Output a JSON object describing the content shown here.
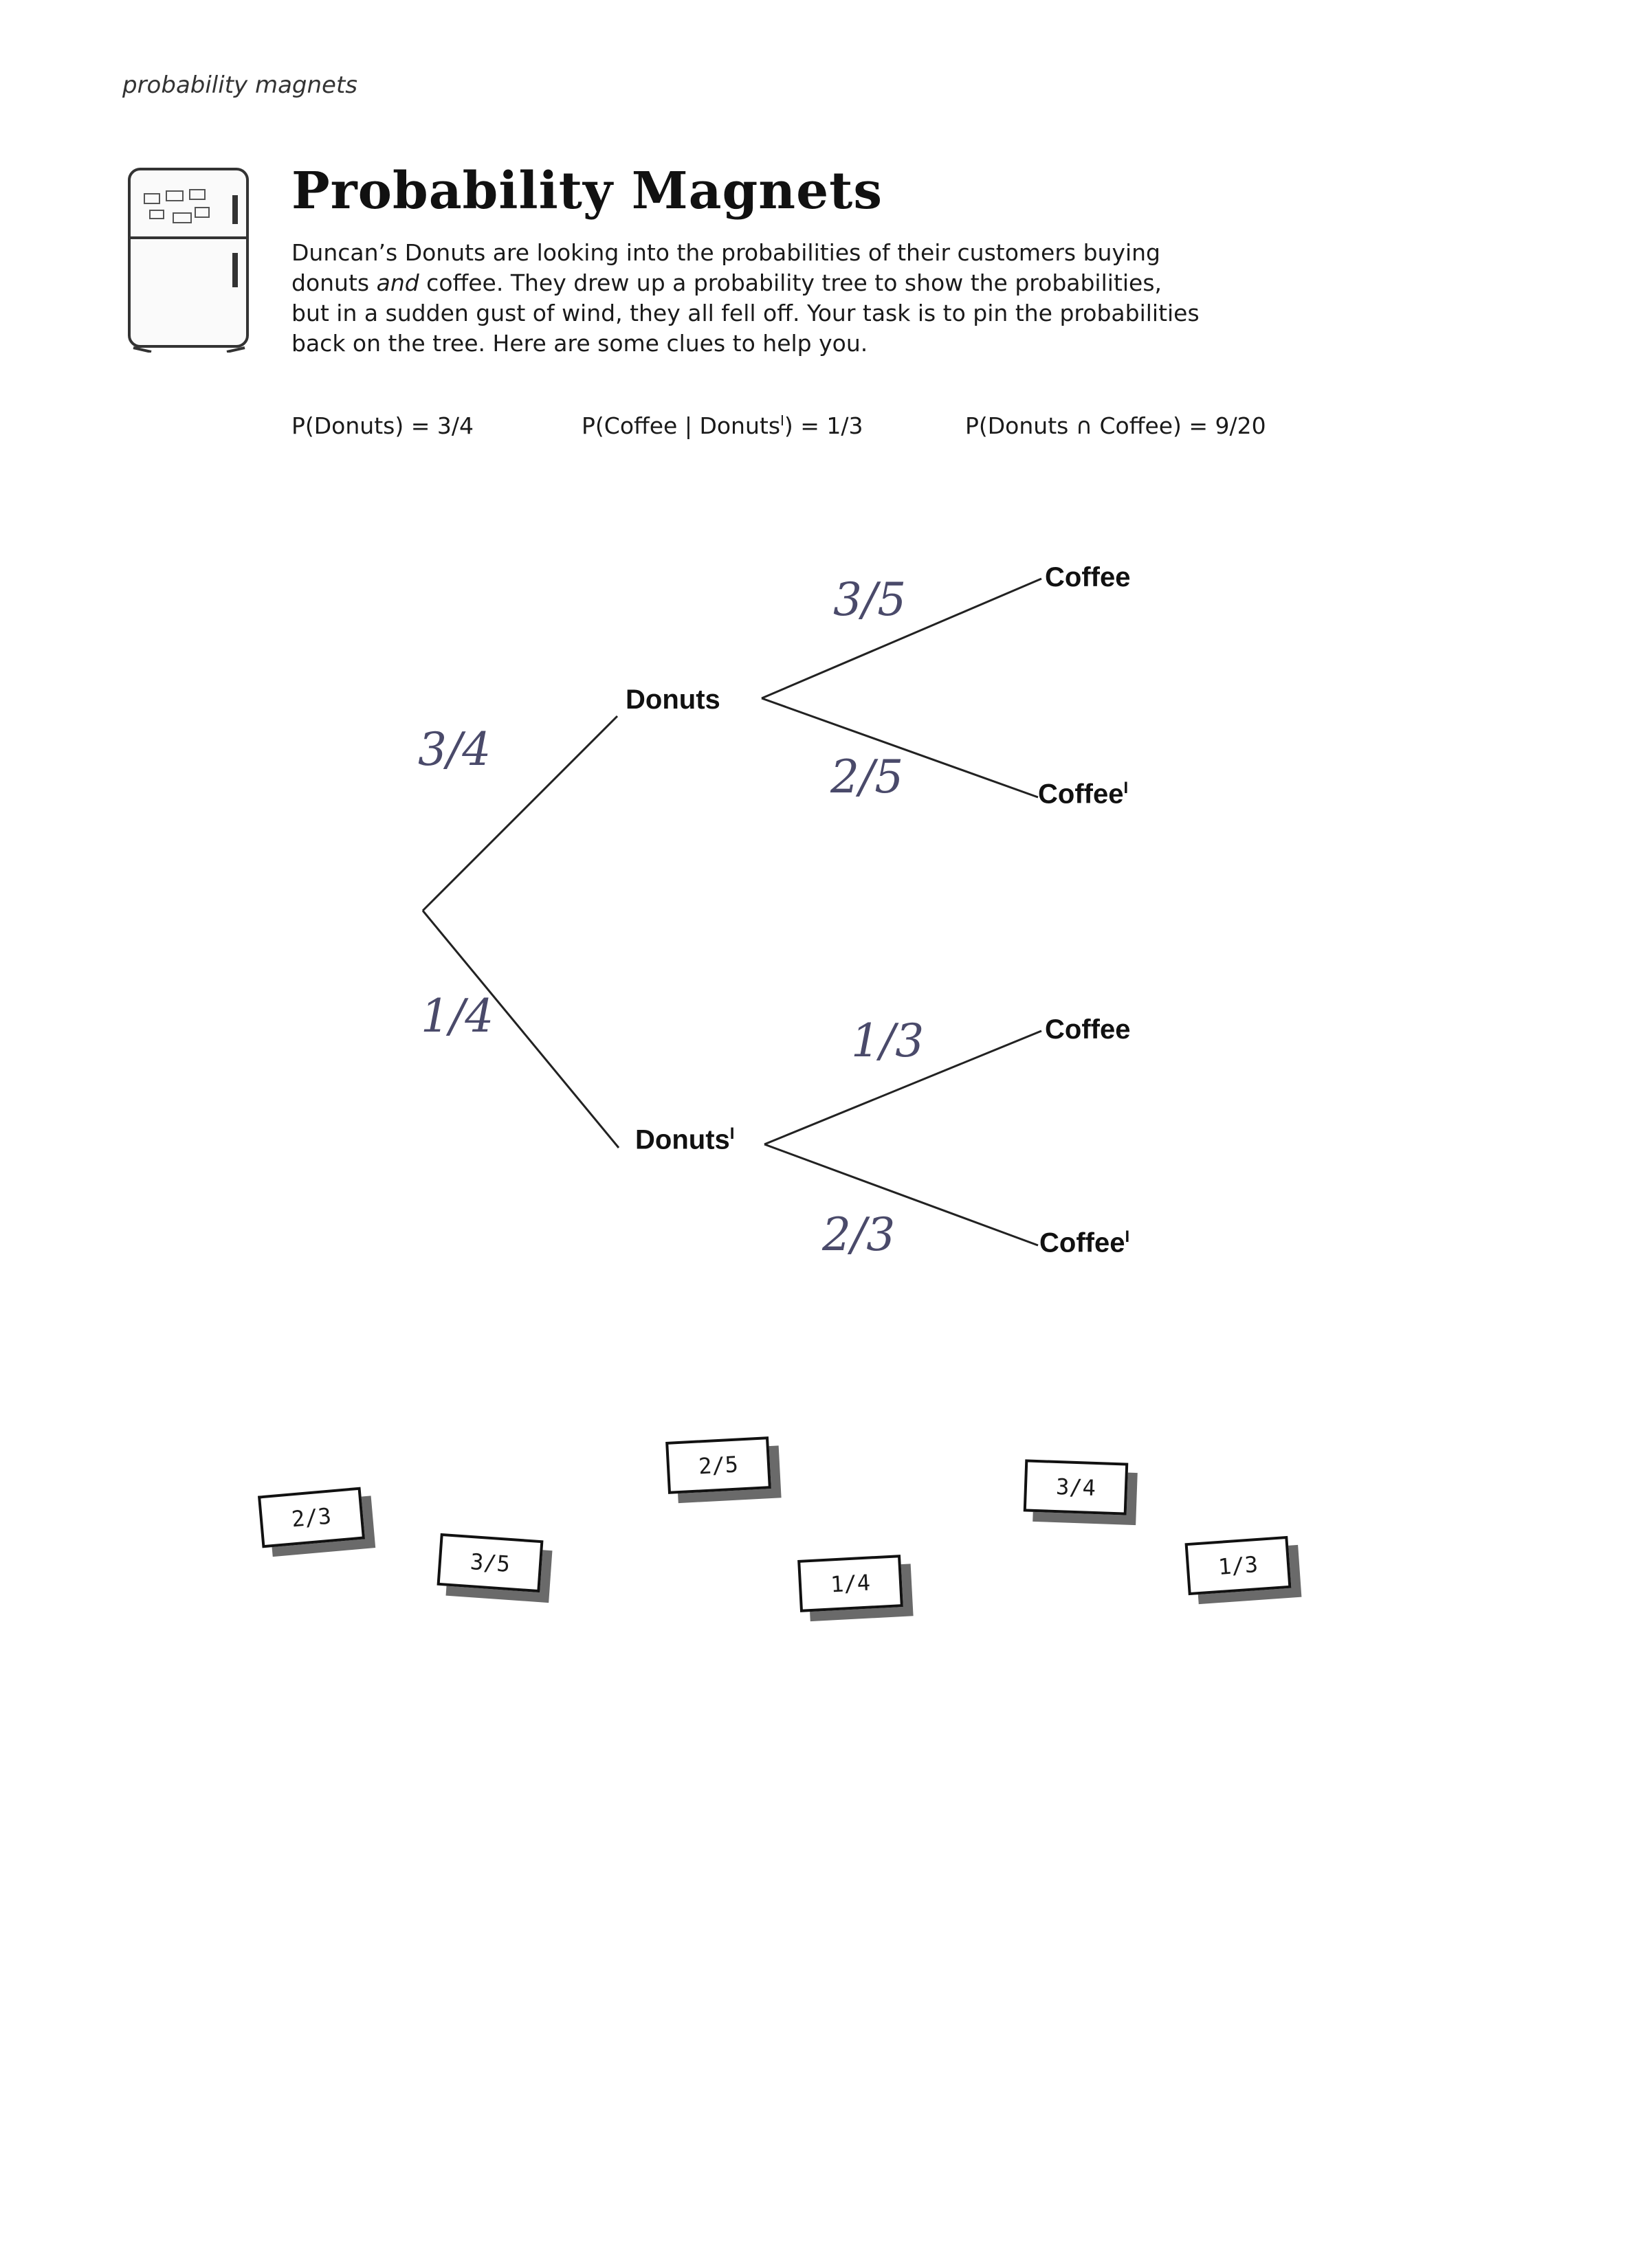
{
  "header": {
    "tag": "probability magnets"
  },
  "title": "Probability Magnets",
  "intro": {
    "before_em": "Duncan’s Donuts are looking into the probabilities of their customers buying donuts ",
    "em": "and",
    "after_em": " coffee. They drew up a probability tree to show the probabilities, but in a sudden gust of wind, they all fell off. Your task is to pin the probabilities back on the tree. Here are some clues to help you."
  },
  "clues": {
    "c1": "P(Donuts) = 3/4",
    "c2_pre": "P(Coffee | Donuts",
    "c2_sup": "I",
    "c2_post": ") = 1/3",
    "c3": "P(Donuts ∩ Coffee) = 9/20"
  },
  "tree": {
    "donuts": "Donuts",
    "donuts_not": "Donuts",
    "coffee_top": "Coffee",
    "coffee_not_top": "Coffee",
    "coffee_bottom": "Coffee",
    "coffee_not_bottom": "Coffee",
    "prime": "I"
  },
  "handwritten": {
    "p_donuts": "3/4",
    "p_donuts_not": "1/4",
    "p_coffee_given_donuts": "3/5",
    "p_coffee_not_given_donuts": "2/5",
    "p_coffee_given_donuts_not": "1/3",
    "p_coffee_not_given_donuts_not": "2/3"
  },
  "magnets": [
    "2/3",
    "3/5",
    "2/5",
    "1/4",
    "3/4",
    "1/3"
  ]
}
